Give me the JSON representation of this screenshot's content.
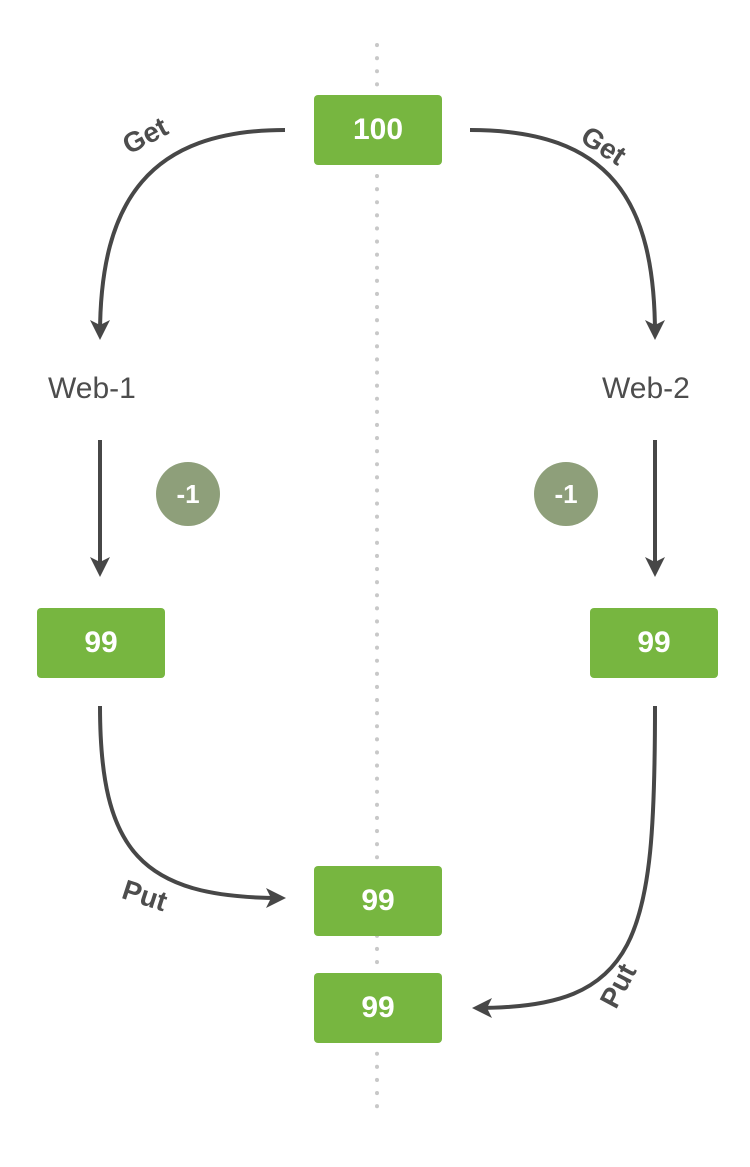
{
  "colors": {
    "box": "#77b640",
    "badge": "#8e9f7a",
    "arrow": "#474747",
    "text": "#4d4d4d",
    "divider": "#c8c8c8"
  },
  "source_value": "100",
  "clients": [
    {
      "name": "Web-1",
      "get_label": "Get",
      "op_badge": "-1",
      "local_value": "99",
      "put_label": "Put"
    },
    {
      "name": "Web-2",
      "get_label": "Get",
      "op_badge": "-1",
      "local_value": "99",
      "put_label": "Put"
    }
  ],
  "results": [
    {
      "value": "99"
    },
    {
      "value": "99"
    }
  ]
}
